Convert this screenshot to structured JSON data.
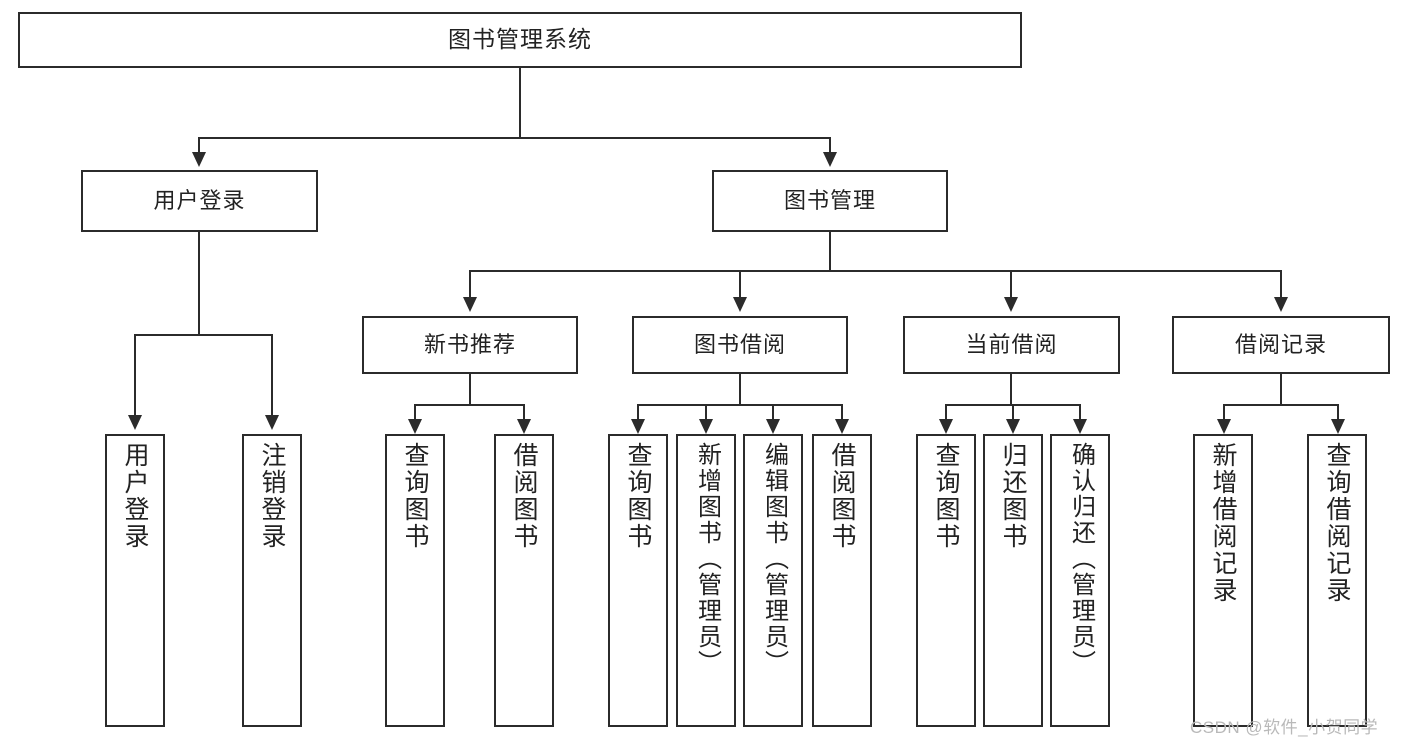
{
  "diagram": {
    "title": "图书管理系统",
    "type": "功能结构图",
    "watermark": "CSDN @软件_小贺同学",
    "colors": {
      "border": "#2b2b2b",
      "background": "#ffffff",
      "text": "#222222",
      "watermark": "#b9b9b9"
    },
    "root": {
      "label": "图书管理系统"
    },
    "level2": [
      {
        "label": "用户登录"
      },
      {
        "label": "图书管理"
      }
    ],
    "level3": [
      {
        "label": "新书推荐"
      },
      {
        "label": "图书借阅"
      },
      {
        "label": "当前借阅"
      },
      {
        "label": "借阅记录"
      }
    ],
    "leaves": {
      "user_login": [
        {
          "label": "用户登录"
        },
        {
          "label": "注销登录"
        }
      ],
      "new_book_recommend": [
        {
          "label": "查询图书"
        },
        {
          "label": "借阅图书"
        }
      ],
      "book_borrow": [
        {
          "label": "查询图书"
        },
        {
          "label": "新增图书（管理员）"
        },
        {
          "label": "编辑图书（管理员）"
        },
        {
          "label": "借阅图书"
        }
      ],
      "current_borrow": [
        {
          "label": "查询图书"
        },
        {
          "label": "归还图书"
        },
        {
          "label": "确认归还（管理员）"
        }
      ],
      "borrow_record": [
        {
          "label": "新增借阅记录"
        },
        {
          "label": "查询借阅记录"
        }
      ]
    }
  }
}
